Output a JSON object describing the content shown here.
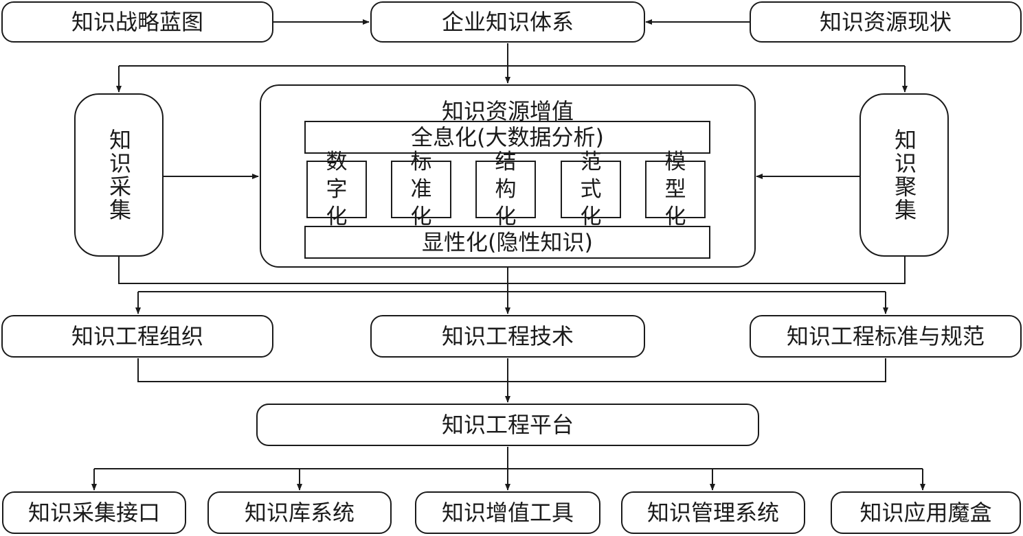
{
  "top": {
    "strategy": "知识战略蓝图",
    "system": "企业知识体系",
    "status": "知识资源现状"
  },
  "middle": {
    "collect": "知识采集",
    "aggregate": "知识聚集",
    "value_add": {
      "title": "知识资源增值",
      "full_info": "全息化(大数据分析)",
      "steps": [
        "数字化",
        "标准化",
        "结构化",
        "范式化",
        "模型化"
      ],
      "explicit": "显性化(隐性知识)"
    }
  },
  "engineering": {
    "organization": "知识工程组织",
    "technology": "知识工程技术",
    "standards": "知识工程标准与规范"
  },
  "platform": "知识工程平台",
  "bottom": [
    "知识采集接口",
    "知识库系统",
    "知识增值工具",
    "知识管理系统",
    "知识应用魔盒"
  ],
  "colors": {
    "line": "#1a1a1a",
    "background": "#ffffff"
  }
}
